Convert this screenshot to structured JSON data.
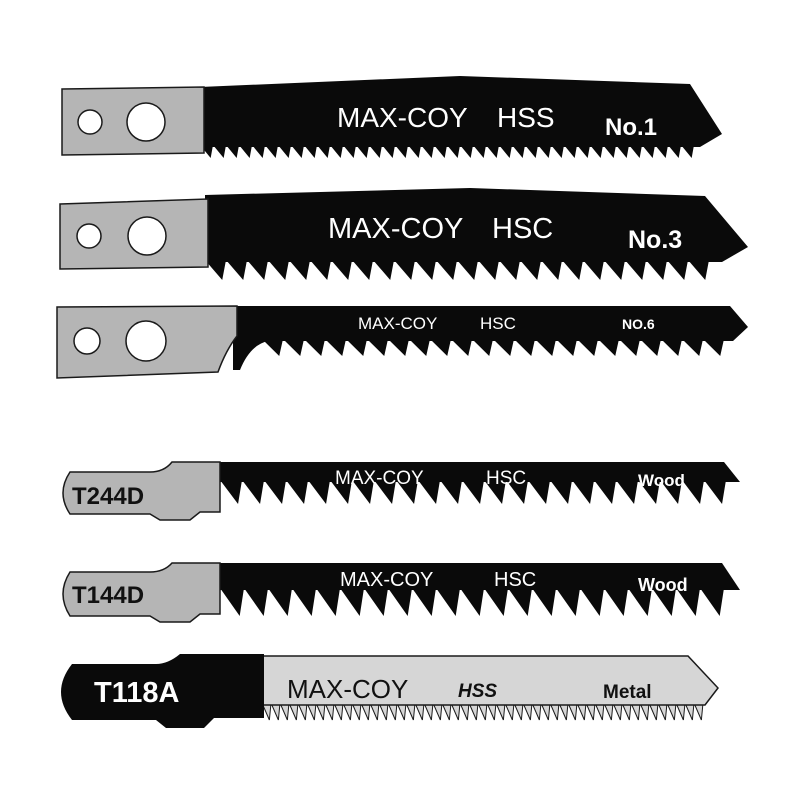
{
  "colors": {
    "blade_black": "#0a0a0a",
    "shank_gray": "#b5b5b5",
    "light_blade": "#d6d6d6",
    "outline": "#1a1a1a",
    "text_light": "#ffffff",
    "text_dark": "#111111"
  },
  "blades": [
    {
      "brand": "MAX-COY",
      "material": "HSS",
      "code": "No.1"
    },
    {
      "brand": "MAX-COY",
      "material": "HSC",
      "code": "No.3"
    },
    {
      "brand": "MAX-COY",
      "material": "HSC",
      "code": "NO.6"
    },
    {
      "model": "T244D",
      "brand": "MAX-COY",
      "material": "HSC",
      "use": "Wood"
    },
    {
      "model": "T144D",
      "brand": "MAX-COY",
      "material": "HSC",
      "use": "Wood"
    },
    {
      "model": "T118A",
      "brand": "MAX-COY",
      "material": "HSS",
      "use": "Metal"
    }
  ]
}
